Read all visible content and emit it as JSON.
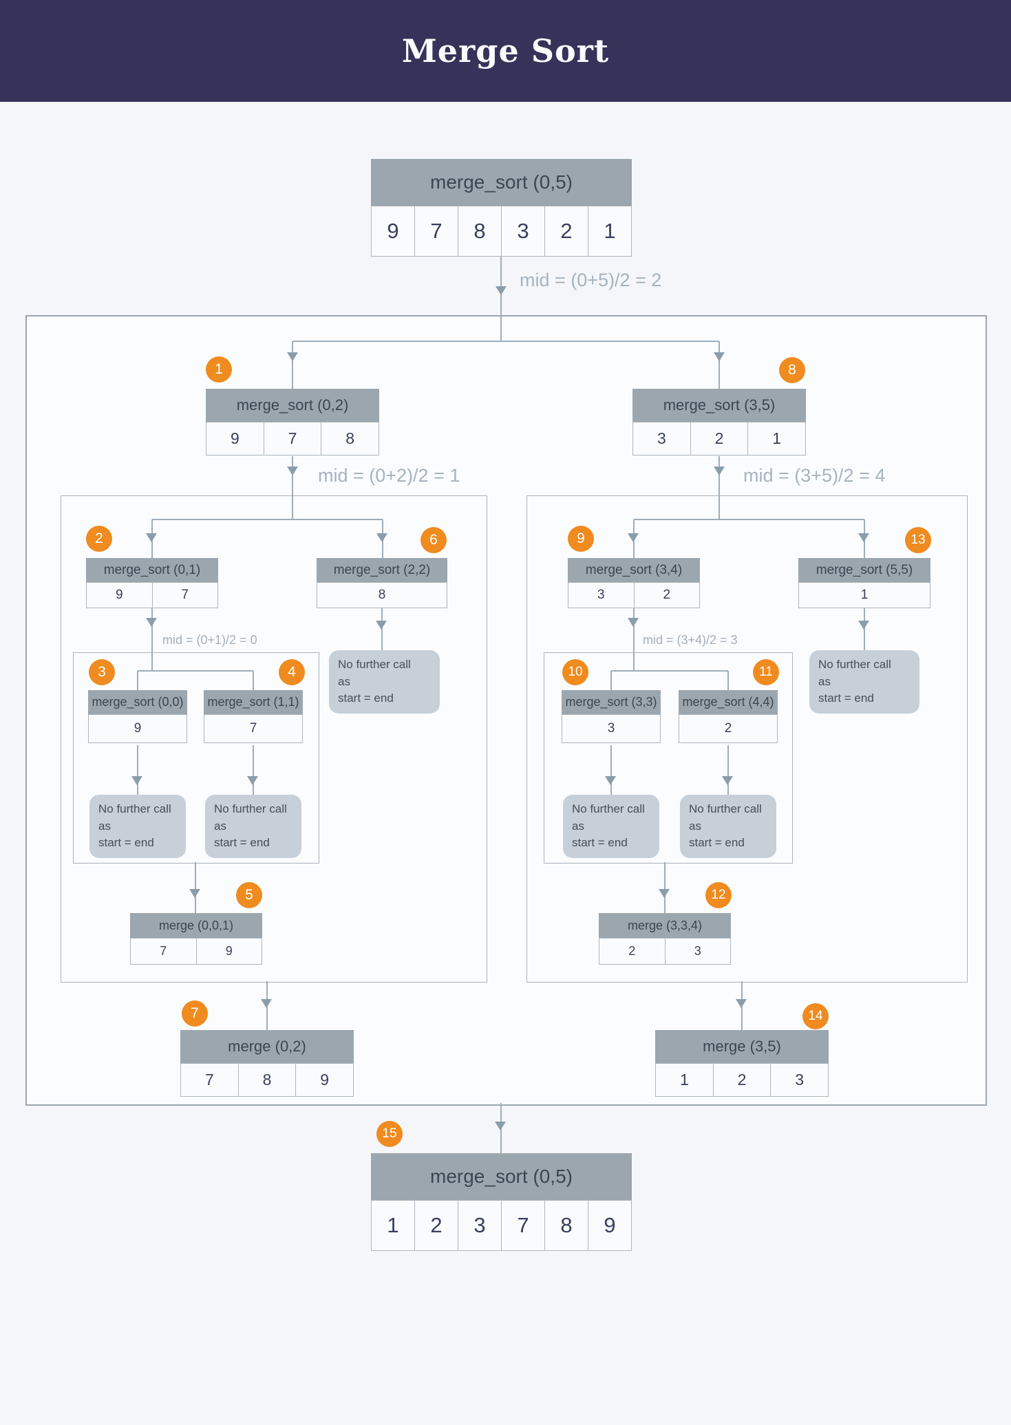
{
  "header": {
    "title": "Merge Sort"
  },
  "colors": {
    "band_background": "#353359",
    "badge_orange": "#EF8B1F",
    "node_header_grey": "#9CA6AE",
    "page_background": "#F4F6F9",
    "connector_grey": "#9FADB8"
  },
  "annotations": {
    "mid_05": "mid = (0+5)/2 = 2",
    "mid_02": "mid = (0+2)/2 = 1",
    "mid_35": "mid = (3+5)/2 = 4",
    "mid_01": "mid = (0+1)/2 = 0",
    "mid_34": "mid = (3+4)/2 = 3",
    "no_further_call": "No further call\nas\nstart = end"
  },
  "badges": {
    "b1": "1",
    "b2": "2",
    "b3": "3",
    "b4": "4",
    "b5": "5",
    "b6": "6",
    "b7": "7",
    "b8": "8",
    "b9": "9",
    "b10": "10",
    "b11": "11",
    "b12": "12",
    "b13": "13",
    "b14": "14",
    "b15": "15"
  },
  "nodes": {
    "root": {
      "title": "merge_sort (0,5)",
      "cells": [
        "9",
        "7",
        "8",
        "3",
        "2",
        "1"
      ]
    },
    "ms02": {
      "title": "merge_sort (0,2)",
      "cells": [
        "9",
        "7",
        "8"
      ]
    },
    "ms35": {
      "title": "merge_sort (3,5)",
      "cells": [
        "3",
        "2",
        "1"
      ]
    },
    "ms01": {
      "title": "merge_sort (0,1)",
      "cells": [
        "9",
        "7"
      ]
    },
    "ms22": {
      "title": "merge_sort (2,2)",
      "cells": [
        "8"
      ]
    },
    "ms34": {
      "title": "merge_sort (3,4)",
      "cells": [
        "3",
        "2"
      ]
    },
    "ms55": {
      "title": "merge_sort (5,5)",
      "cells": [
        "1"
      ]
    },
    "ms00": {
      "title": "merge_sort (0,0)",
      "cells": [
        "9"
      ]
    },
    "ms11": {
      "title": "merge_sort (1,1)",
      "cells": [
        "7"
      ]
    },
    "ms33": {
      "title": "merge_sort (3,3)",
      "cells": [
        "3"
      ]
    },
    "ms44": {
      "title": "merge_sort (4,4)",
      "cells": [
        "2"
      ]
    },
    "m001": {
      "title": "merge (0,0,1)",
      "cells": [
        "7",
        "9"
      ]
    },
    "m334": {
      "title": "merge (3,3,4)",
      "cells": [
        "2",
        "3"
      ]
    },
    "m02": {
      "title": "merge (0,2)",
      "cells": [
        "7",
        "8",
        "9"
      ]
    },
    "m35": {
      "title": "merge (3,5)",
      "cells": [
        "1",
        "2",
        "3"
      ]
    },
    "final": {
      "title": "merge_sort (0,5)",
      "cells": [
        "1",
        "2",
        "3",
        "7",
        "8",
        "9"
      ]
    }
  }
}
